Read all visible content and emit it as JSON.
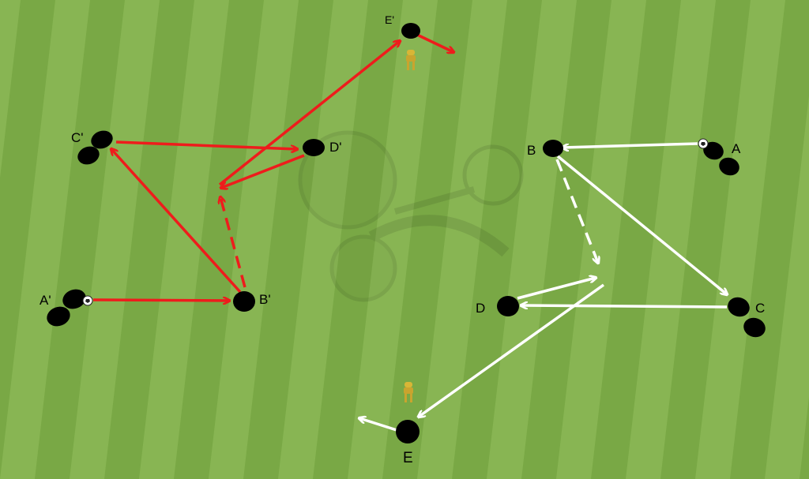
{
  "colors": {
    "stripe_light": "#88b553",
    "stripe_dark": "#79a845",
    "red_arrow": "#ee1c1c",
    "white_arrow": "#ffffff",
    "player": "#000000",
    "cone": "#d8b636"
  },
  "icons": {
    "player": "player-marker-icon",
    "ball": "soccer-ball-icon",
    "cone": "cone-mannequin-icon",
    "watermark": "soccer-ball-watermark"
  },
  "labels": {
    "red_A": "A'",
    "red_B": "B'",
    "red_C": "C'",
    "red_D": "D'",
    "red_E": "E'",
    "white_A": "A",
    "white_B": "B",
    "white_C": "C",
    "white_D": "D",
    "white_E": "E"
  }
}
